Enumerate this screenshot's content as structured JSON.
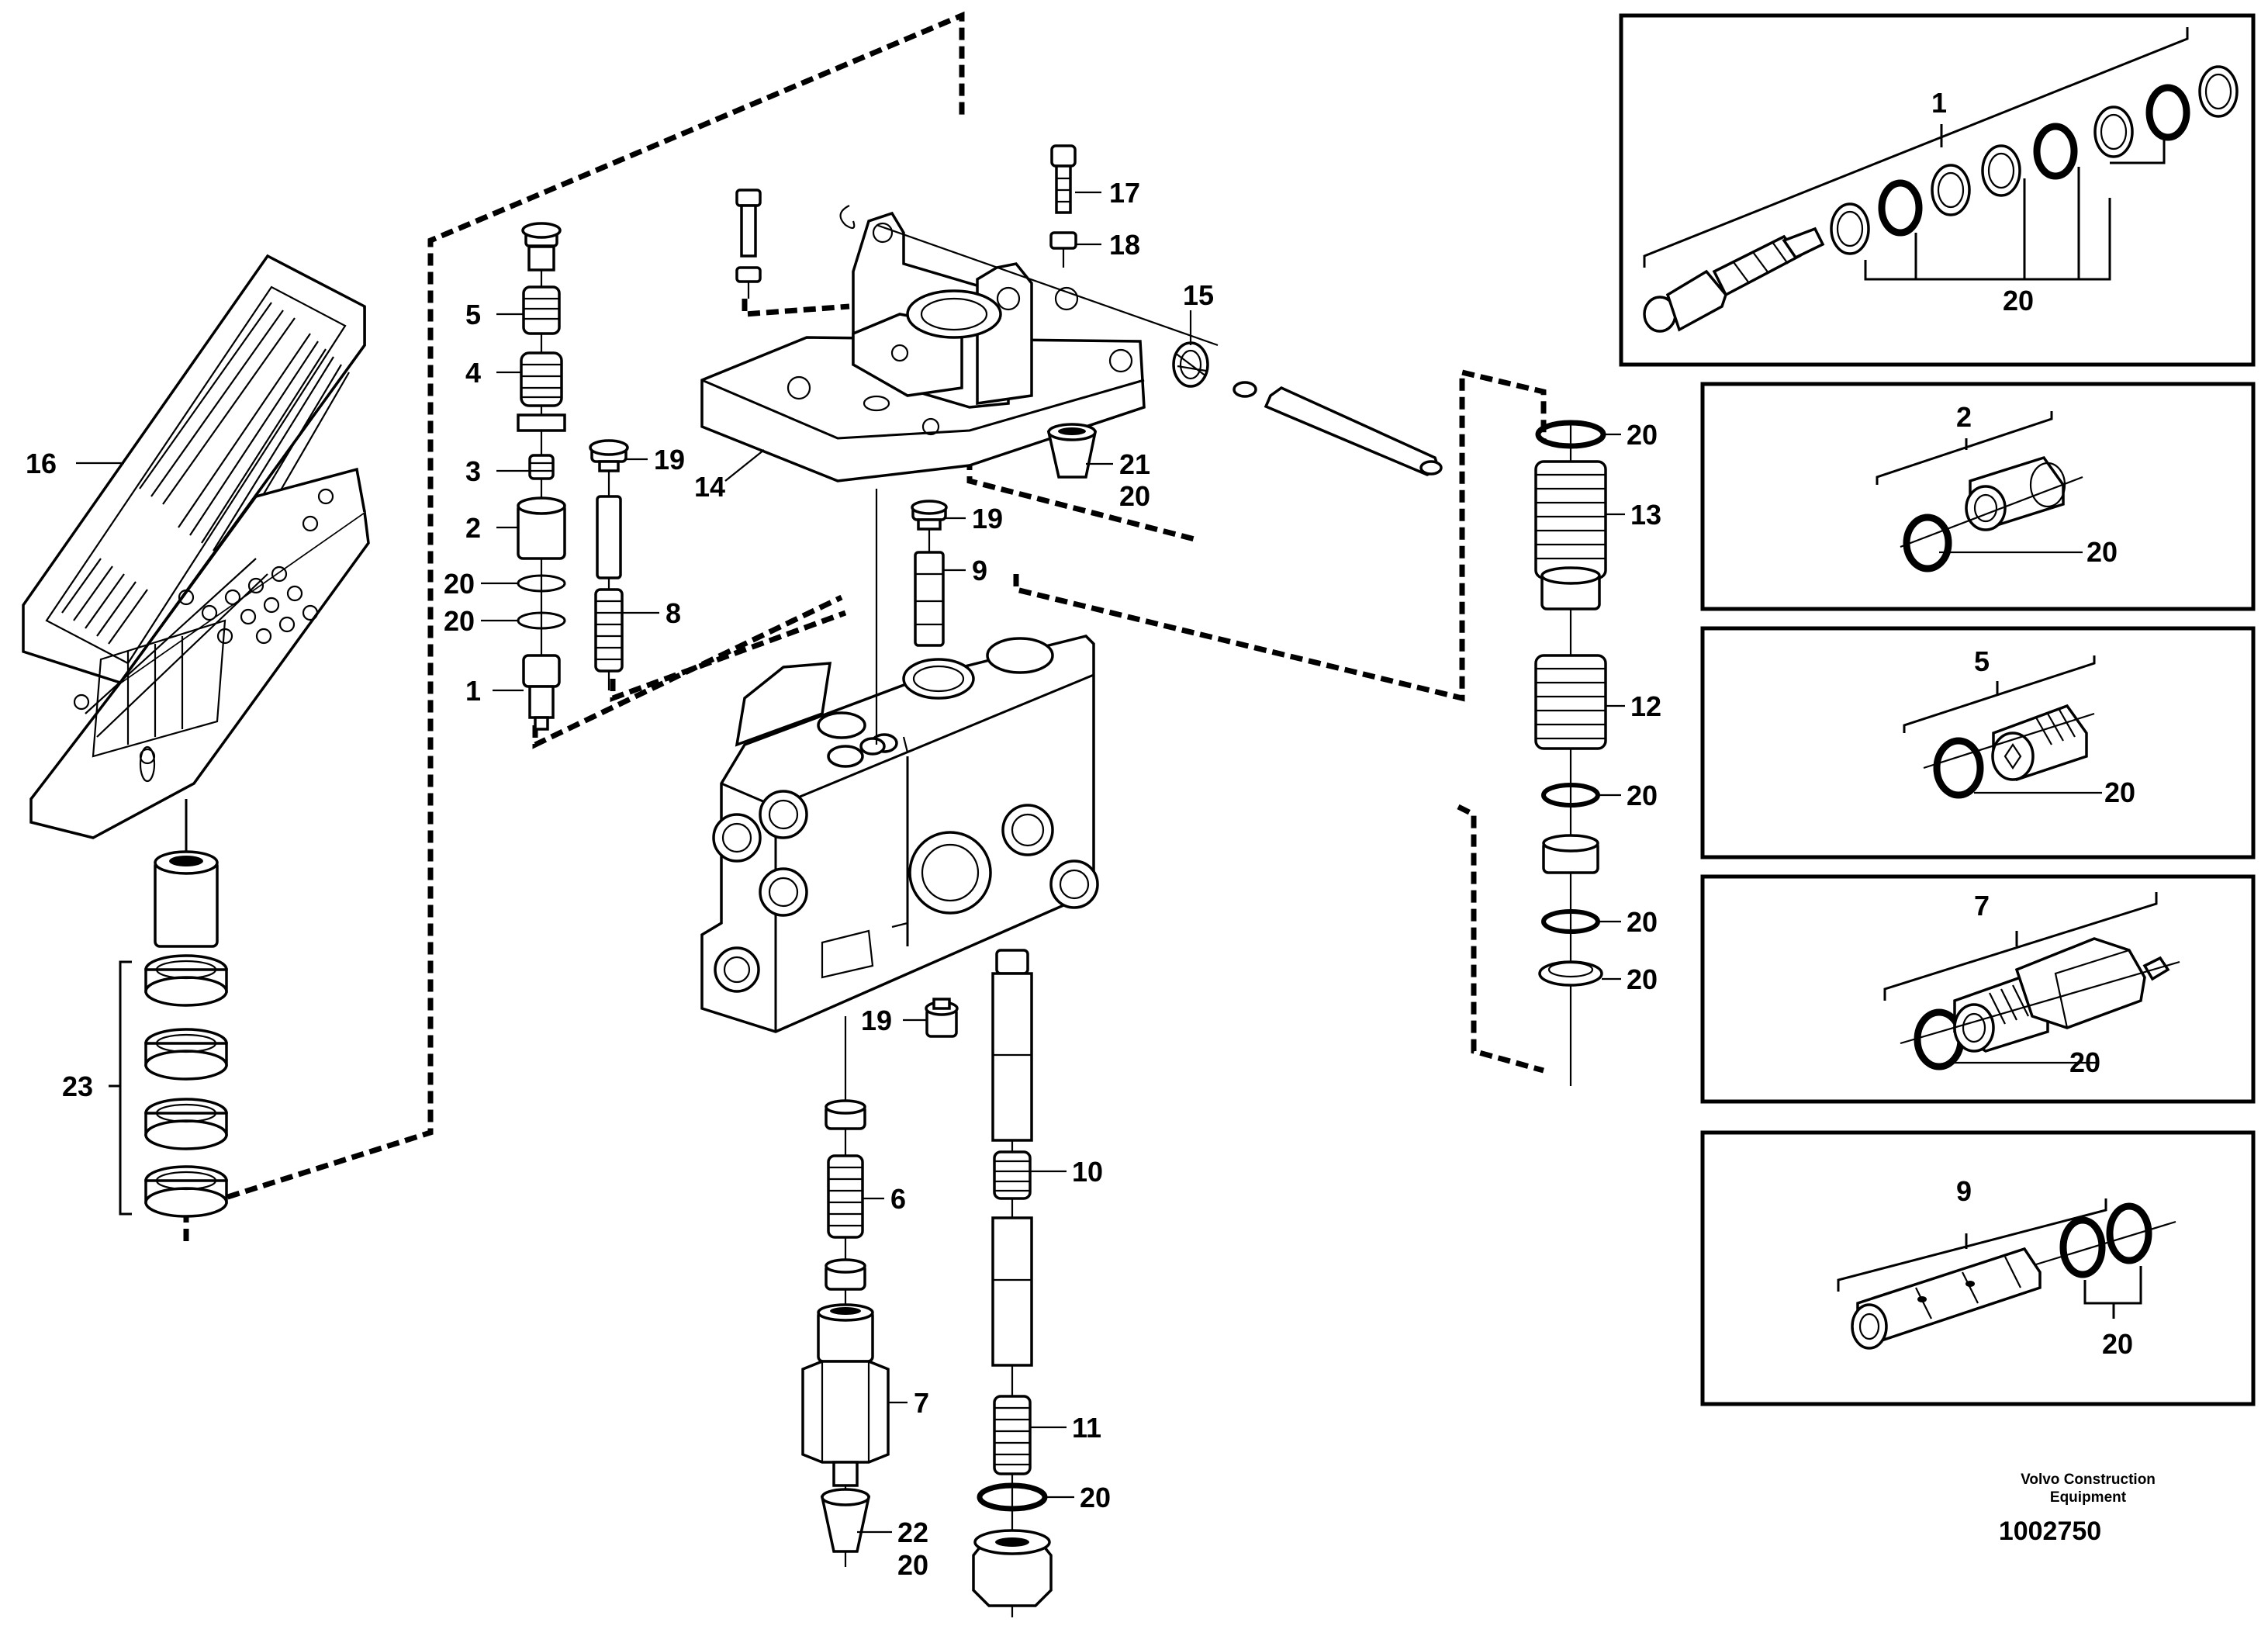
{
  "labels": {
    "p1": "1",
    "p2": "2",
    "p3": "3",
    "p4": "4",
    "p5": "5",
    "p6": "6",
    "p7": "7",
    "p8": "8",
    "p9": "9",
    "p10": "10",
    "p11": "11",
    "p12": "12",
    "p13": "13",
    "p14": "14",
    "p15": "15",
    "p16": "16",
    "p17": "17",
    "p18": "18",
    "p19": "19",
    "p20": "20",
    "p21": "21",
    "p22": "22",
    "p23": "23"
  },
  "detail_boxes": [
    {
      "title": "1",
      "seal": "20"
    },
    {
      "title": "2",
      "seal": "20"
    },
    {
      "title": "5",
      "seal": "20"
    },
    {
      "title": "7",
      "seal": "20"
    },
    {
      "title": "9",
      "seal": "20"
    }
  ],
  "footer": {
    "maker_line1": "Volvo Construction",
    "maker_line2": "Equipment",
    "reference": "1002750"
  }
}
